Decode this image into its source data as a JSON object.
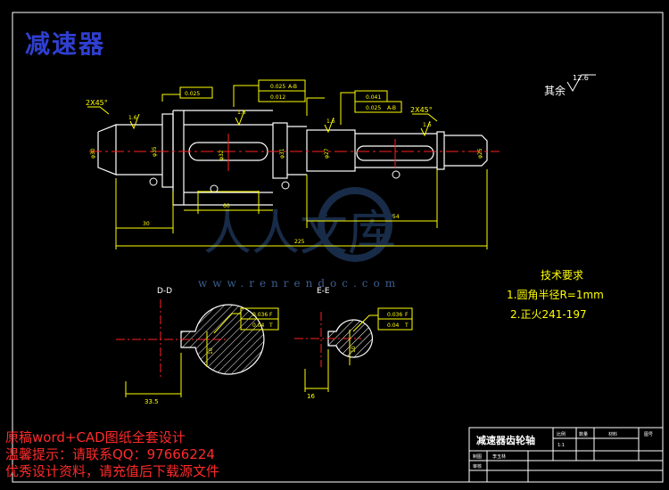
{
  "title": "减速器",
  "notes": [
    "原稿word+CAD图纸全套设计",
    "温馨提示：请联系QQ：97666224",
    "优秀设计资料，请充值后下载源文件"
  ],
  "watermark": {
    "brand": "人人文库",
    "url": "www.renrendoc.com"
  },
  "roughness": {
    "rest_label": "其余",
    "rest_value": "12.6",
    "marks": [
      "1.6",
      "1.6",
      "1.6",
      "1.6"
    ]
  },
  "tech_requirements": {
    "heading": "技术要求",
    "items": [
      "1.圆角半径R=1mm",
      "2.正火241-197"
    ]
  },
  "chamfers": [
    "2X45°",
    "2X45°"
  ],
  "tolerances": [
    {
      "sym": "↗",
      "value": "0.025"
    },
    {
      "sym": "↗",
      "value": "0.025",
      "datum": "A-B"
    },
    {
      "sym": "↗",
      "value": "0.012"
    },
    {
      "sym": "↗",
      "value": "0.041"
    },
    {
      "sym": "↗",
      "value": "0.025",
      "datum": "A-B"
    }
  ],
  "dims": {
    "d1": "φ30",
    "d2": "φ35",
    "d3": "φ32",
    "d4": "φ31",
    "d5": "φ27",
    "d6": "φ25",
    "l1": "60",
    "l2": "54",
    "l3": "30",
    "total": "225"
  },
  "sections": [
    {
      "label": "D-D",
      "dim_bottom": "33.5",
      "side": "10",
      "tol1": "0.036",
      "tol2": "0.04",
      "f": "F",
      "t": "T"
    },
    {
      "label": "E-E",
      "dim_bottom": "16",
      "side": "10",
      "tol1": "0.036",
      "tol2": "0.04",
      "f": "F",
      "t": "T"
    }
  ],
  "title_block": {
    "name": "减速器齿轮轴",
    "scale_label": "比例",
    "scale": "1:1",
    "qty_label": "数量",
    "material_label": "材料",
    "drawing_no_label": "图号",
    "drawn_label": "制图",
    "drawer": "李玉林",
    "check_label": "审核"
  },
  "colors": {
    "background": "#000000",
    "outline": "#ffffff",
    "dimension": "#ffff00",
    "centerline": "#ff2020",
    "title": "#2f3fd0",
    "notes": "#ff2a2a"
  }
}
